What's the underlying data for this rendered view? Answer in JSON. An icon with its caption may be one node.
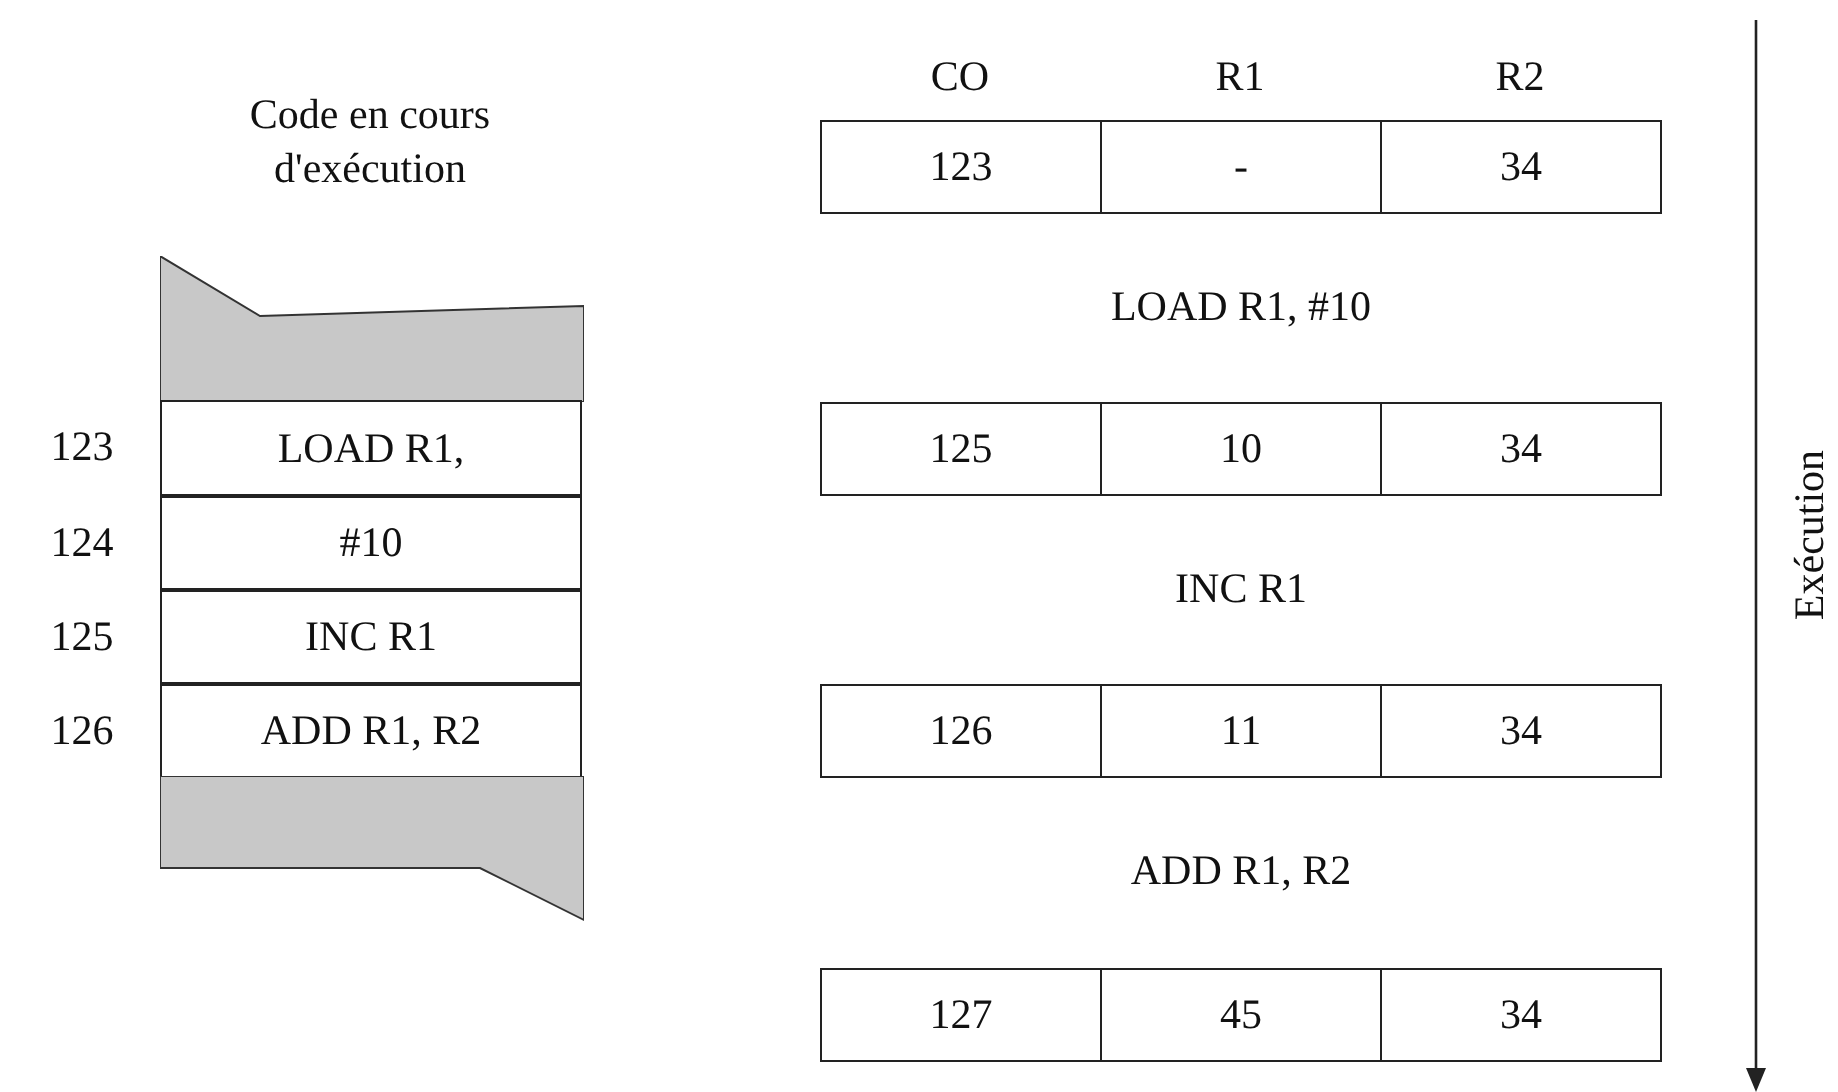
{
  "diagram": {
    "title": "Code en cours d'exécution",
    "nodes": [
      {
        "text": [],
        "shape": "box"
      },
      {
        "text": [
          "LOAD R1,"
        ],
        "beside": [
          "123"
        ]
      },
      {
        "text": [
          "#10"
        ],
        "beside": [
          "124"
        ]
      },
      {
        "text": [
          "INC R1"
        ],
        "beside": [
          "125"
        ]
      },
      {
        "text": [
          "ADD R1, R2"
        ],
        "beside": [
          "126"
        ]
      },
      {
        "text": [],
        "shape": "box"
      }
    ],
    "labels": [
      "CO",
      "R1",
      "R2",
      "123",
      "-",
      "34",
      "LOAD R1, #10",
      "125",
      "10",
      "34",
      "INC R1",
      "126",
      "11",
      "34",
      "ADD R1, R2",
      "127",
      "45",
      "34",
      "Exécution"
    ]
  }
}
